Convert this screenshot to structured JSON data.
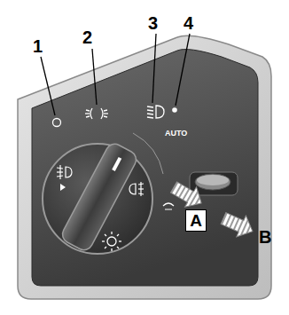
{
  "diagram": {
    "nodes": [
      {
        "text": [
          "A"
        ]
      }
    ],
    "labels": [
      "1",
      "2",
      "3",
      "4",
      "AUTO",
      "B"
    ]
  }
}
